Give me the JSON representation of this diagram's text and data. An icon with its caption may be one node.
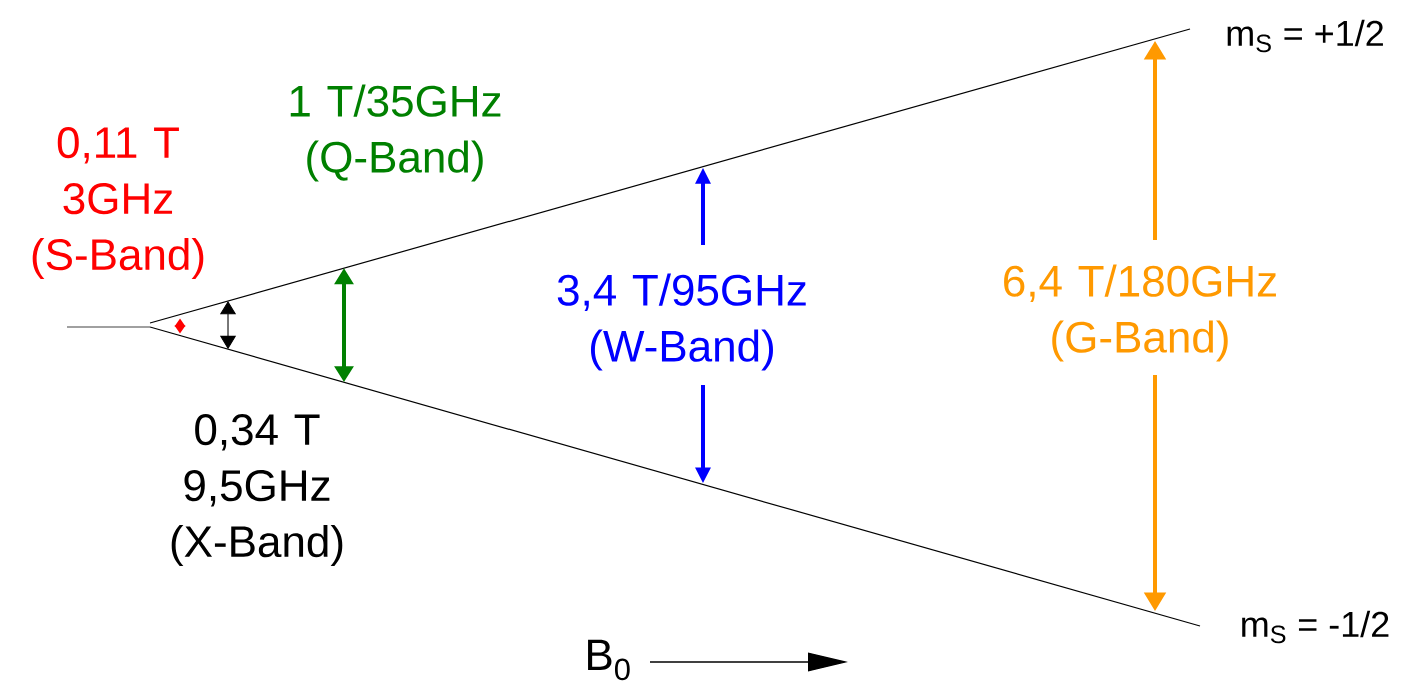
{
  "diagram": {
    "labels": [
      "0,11 T 3GHz (S-Band)",
      "1 T/35GHz (Q-Band)",
      "3,4 T/95GHz (W-Band)",
      "6,4 T/180GHz (G-Band)",
      "0,34 T 9,5GHz (X-Band)",
      "m$_{S}$ = +1/2",
      "m$_{S}$ = -1/2",
      "B$_{0}$"
    ]
  }
}
